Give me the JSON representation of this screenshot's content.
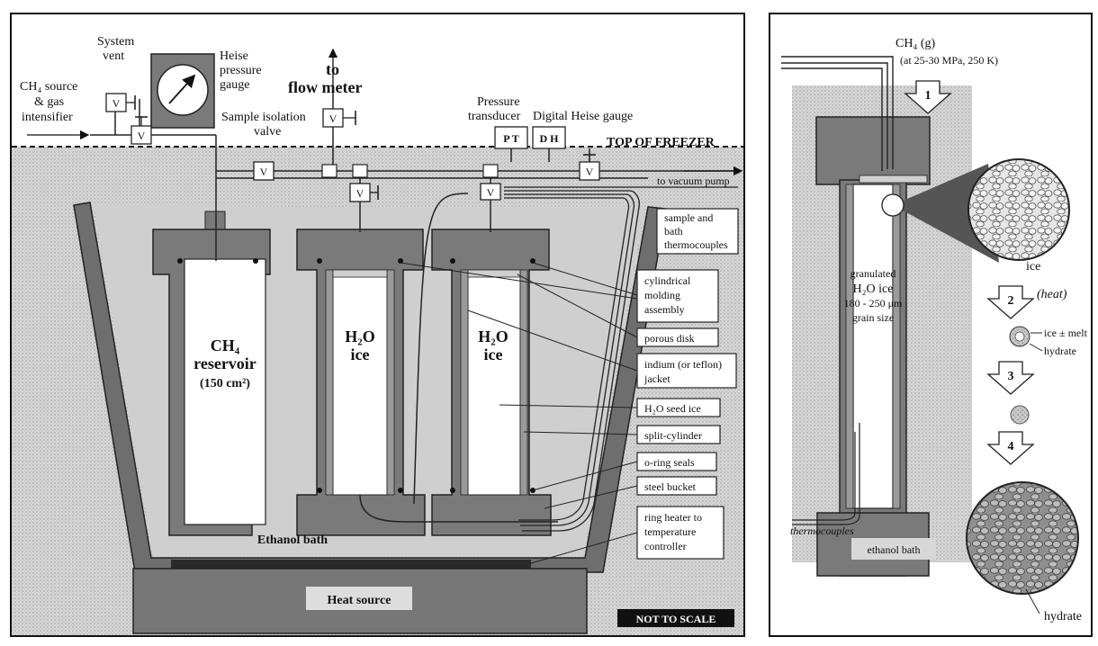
{
  "left_panel": {
    "ch4_source_line1": "CH₄ source",
    "ch4_source_line2": "& gas",
    "ch4_source_line3": "intensifier",
    "system_vent_line1": "System",
    "system_vent_line2": "vent",
    "heise_line1": "Heise",
    "heise_line2": "pressure",
    "heise_line3": "gauge",
    "flow_line1": "to",
    "flow_line2": "flow meter",
    "sample_iso_line1": "Sample isolation",
    "sample_iso_line2": "valve",
    "pressure_trans_line1": "Pressure",
    "pressure_trans_line2": "transducer",
    "digital_heise": "Digital Heise gauge",
    "top_of_freezer": "TOP OF FREEZER",
    "vacuum_pump": "to vacuum pump",
    "thermocouples_line1": "sample and",
    "thermocouples_line2": "bath",
    "thermocouples_line3": "thermocouples",
    "reservoir_line1": "CH₄",
    "reservoir_line2": "reservoir",
    "reservoir_line3": "(150 cm²)",
    "ice1_line1": "H₂O",
    "ice1_line2": "ice",
    "ice2_line1": "H₂O",
    "ice2_line2": "ice",
    "ethanol_bath": "Ethanol bath",
    "heat_source": "Heat source",
    "not_to_scale": "NOT TO SCALE",
    "valve_symbol": "V",
    "pt_symbol": "P T",
    "dh_symbol": "D H",
    "callouts": [
      "cylindrical",
      "molding",
      "assembly",
      "porous disk",
      "indium (or teflon)",
      "jacket",
      "H₂O seed ice",
      "split-cylinder",
      "o-ring seals",
      "steel bucket",
      "ring heater to",
      "temperature",
      "controller"
    ]
  },
  "right_panel": {
    "ch4_gas": "CH₄ (g)",
    "ch4_conditions": "(at 25-30 MPa, 250 K)",
    "step1": "1",
    "step2": "2",
    "step3": "3",
    "step4": "4",
    "heat": "(heat)",
    "ice": "ice",
    "ice_melt": "ice ± melt",
    "hydrate_small": "hydrate",
    "granulated_line1": "granulated",
    "granulated_line2": "H₂O ice",
    "granulated_line3": "180 - 250 μm",
    "granulated_line4": "grain size",
    "thermocouples": "thermocouples",
    "ethanol_bath": "ethanol bath",
    "hydrate_large": "hydrate"
  },
  "colors": {
    "dark_gray": "#6e6e6e",
    "medium_gray": "#9a9a9a",
    "light_gray": "#c9c9c9",
    "bath_gray": "#d8d8d8",
    "black": "#1a1a1a"
  }
}
